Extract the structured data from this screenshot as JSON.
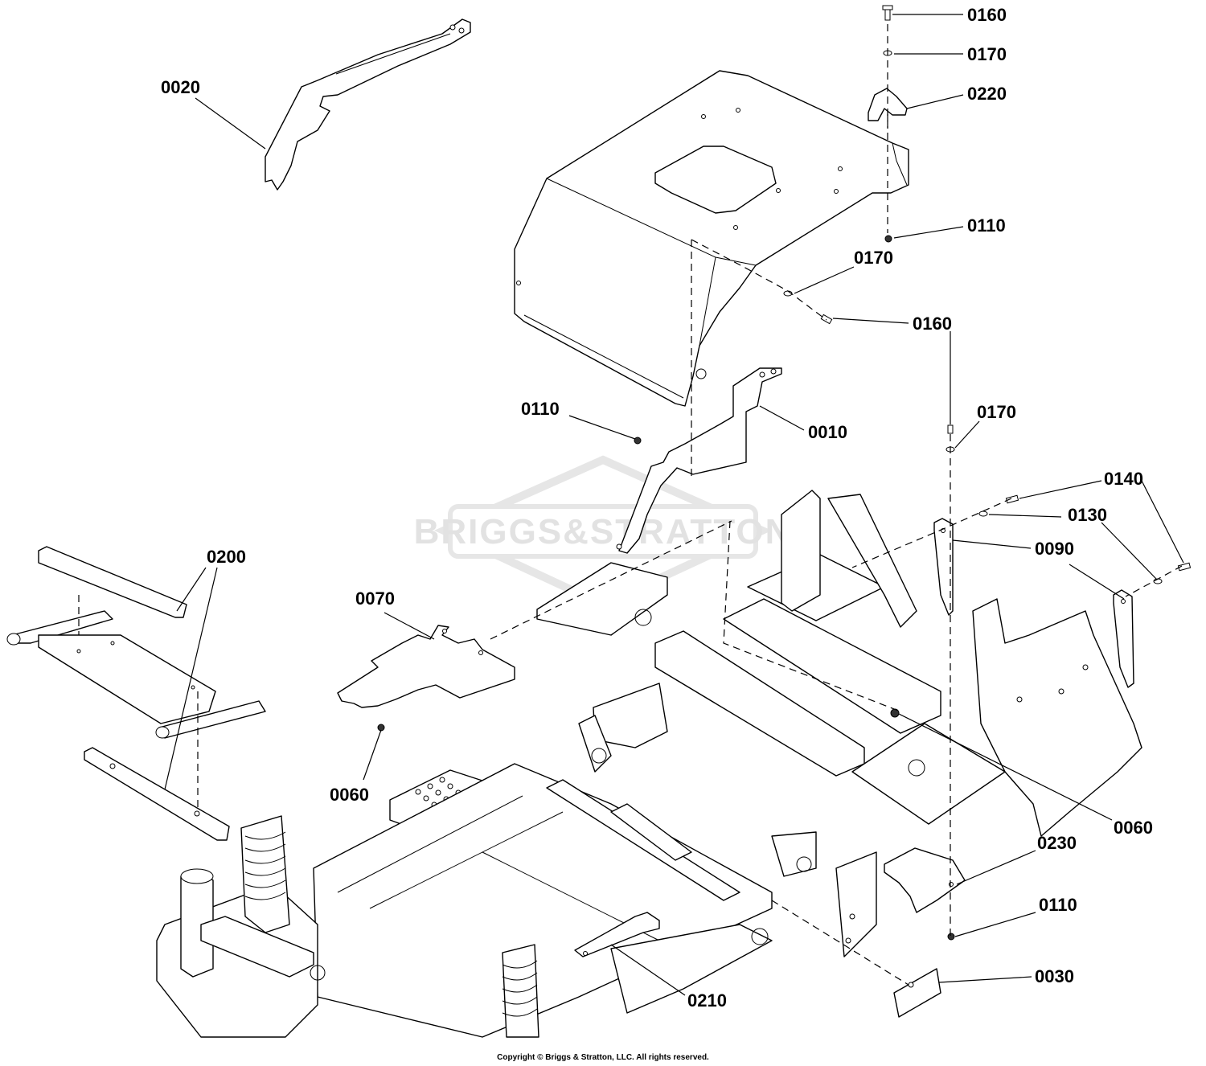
{
  "watermark": {
    "text": "BRIGGS&STRATTON"
  },
  "callouts": {
    "c0010": "0010",
    "c0020": "0020",
    "c0030": "0030",
    "c0060a": "0060",
    "c0060b": "0060",
    "c0070": "0070",
    "c0090": "0090",
    "c0110a": "0110",
    "c0110b": "0110",
    "c0110c": "0110",
    "c0130": "0130",
    "c0140": "0140",
    "c0160a": "0160",
    "c0160b": "0160",
    "c0170a": "0170",
    "c0170b": "0170",
    "c0170c": "0170",
    "c0200": "0200",
    "c0210": "0210",
    "c0220": "0220",
    "c0230": "0230"
  },
  "footer": {
    "copyright": "Copyright © Briggs & Stratton, LLC. All rights reserved."
  }
}
